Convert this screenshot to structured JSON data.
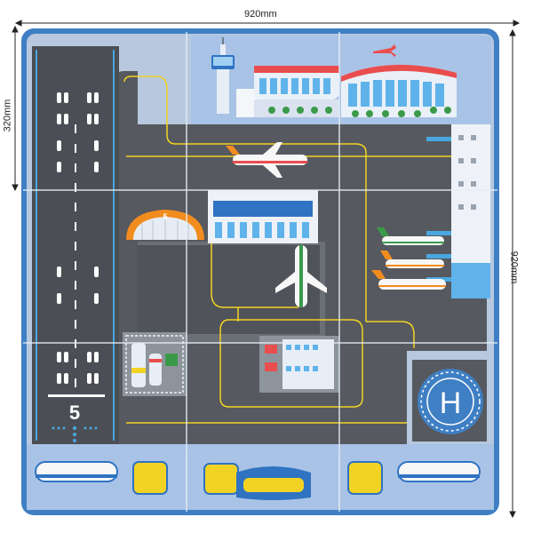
{
  "dimensions": {
    "width_label": "920mm",
    "height_full_label": "920mm",
    "height_row_label": "320mm"
  },
  "runway": {
    "number": "5"
  },
  "hangar": {
    "number": "5"
  },
  "helipad": {
    "letter": "H"
  },
  "colors": {
    "frame": "#3f7fc4",
    "mat_light": "#b7c8df",
    "asphalt": "#56595f",
    "yellow_line": "#f2d324",
    "green_border": "#2f8f4a",
    "sky": "#a9c3e6"
  }
}
